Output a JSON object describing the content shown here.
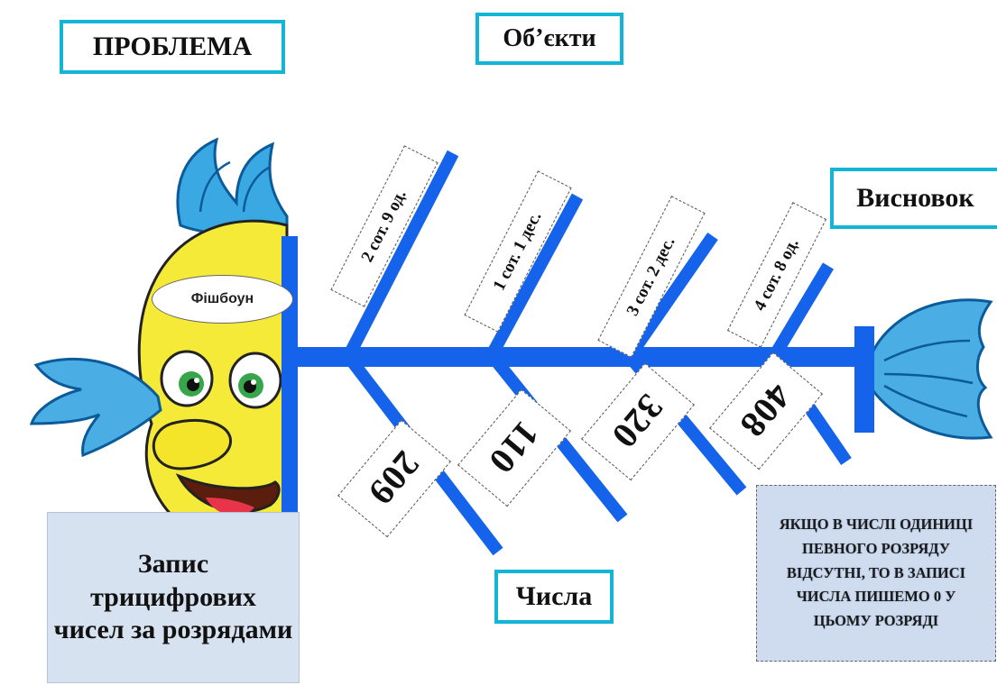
{
  "header": {
    "problem_label": "ПРОБЛЕМА",
    "objects_label": "Об’єкти"
  },
  "fish_title": "Фішбоун",
  "problem_description": "Запис трицифрових чисел за розрядами",
  "conclusion_label": "Висновок",
  "numbers_label": "Числа",
  "upper_bones": [
    "2 сот. 9 од.",
    "1 сот. 1 дес.",
    "3 сот. 2 дес.",
    "4 сот. 8 од."
  ],
  "lower_bones": [
    "209",
    "110",
    "320",
    "408"
  ],
  "conclusion_text": "ЯКЩО В ЧИСЛІ ОДИНИЦІ ПЕВНОГО РОЗРЯДУ ВІДСУТНІ, ТО В ЗАПИСІ ЧИСЛА ПИШЕМО 0 У ЦЬОМУ РОЗРЯДІ",
  "colors": {
    "bone_blue": "#1463ea",
    "box_border": "#12b5d6",
    "fish_yellow": "#f4ea37",
    "fin_blue": "#4aaee4",
    "desc_bg": "#d6e2ef"
  }
}
